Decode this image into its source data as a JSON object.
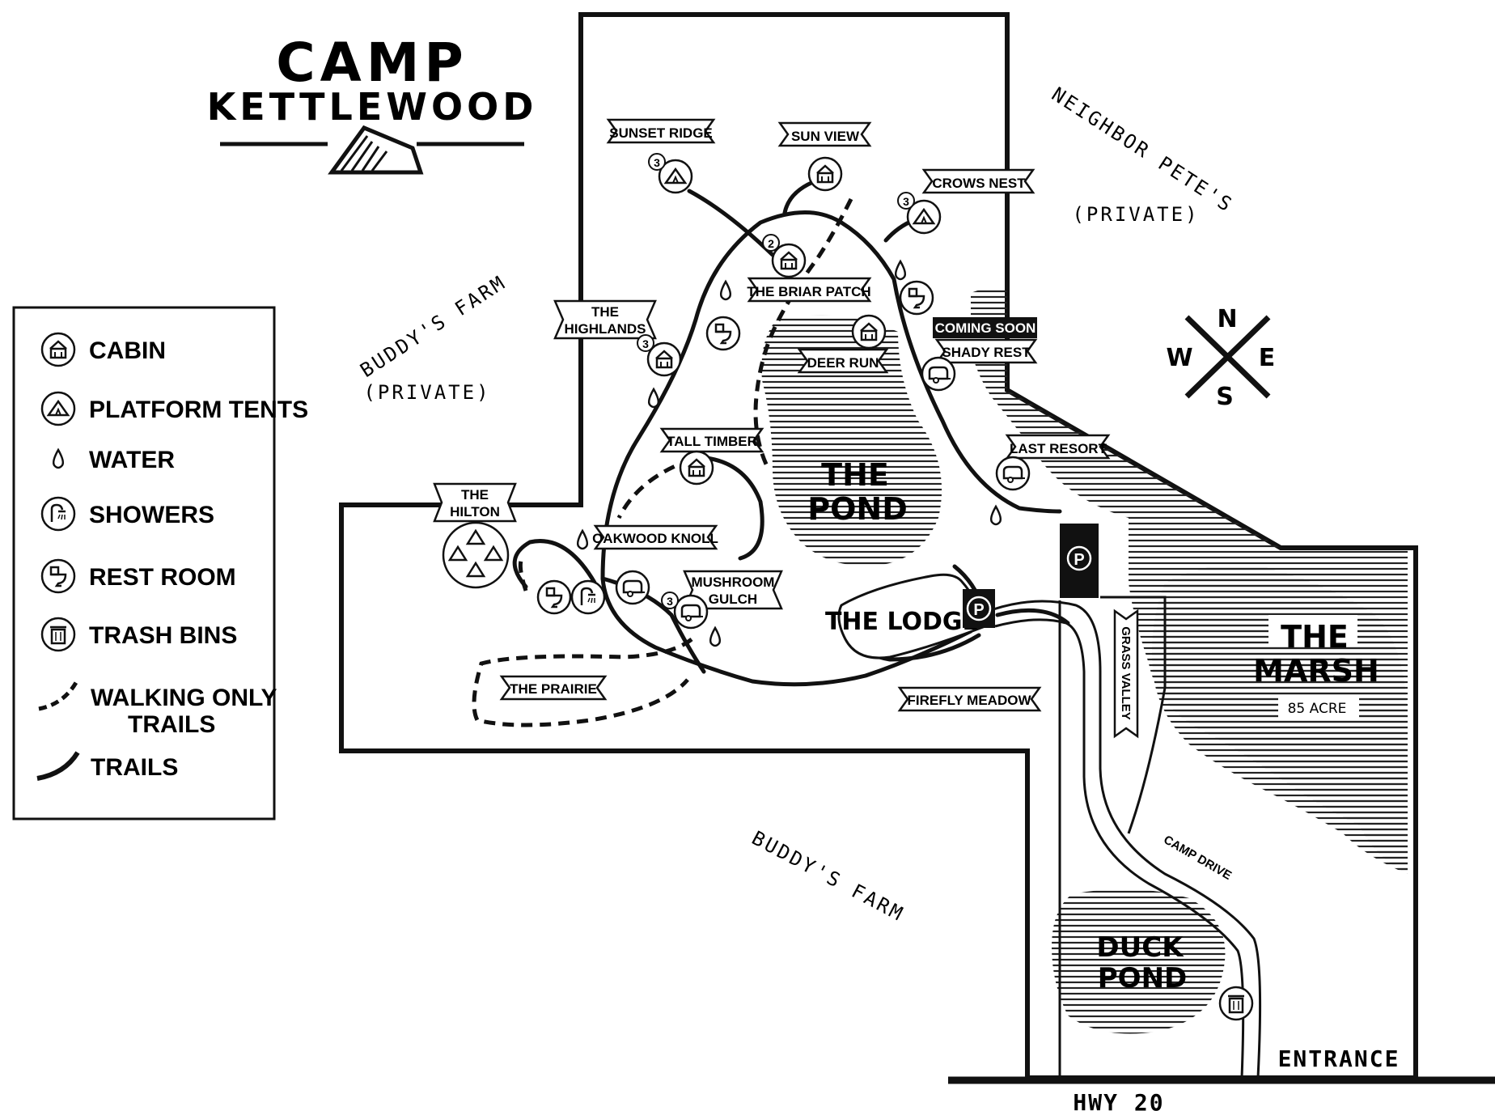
{
  "title": {
    "line1": "CAMP",
    "line2": "KETTLEWOOD"
  },
  "legend": {
    "items": [
      {
        "icon": "cabin-icon",
        "label": "CABIN"
      },
      {
        "icon": "platform-tent-icon",
        "label": "PLATFORM TENTS"
      },
      {
        "icon": "water-drop-icon",
        "label": "WATER"
      },
      {
        "icon": "shower-icon",
        "label": "SHOWERS"
      },
      {
        "icon": "toilet-icon",
        "label": "REST ROOM"
      },
      {
        "icon": "trash-bin-icon",
        "label": "TRASH BINS"
      },
      {
        "icon": "dashed-trail-icon",
        "label_line1": "WALKING ONLY",
        "label_line2": "TRAILS"
      },
      {
        "icon": "solid-trail-icon",
        "label": "TRAILS"
      }
    ]
  },
  "compass": {
    "n": "N",
    "s": "S",
    "e": "E",
    "w": "W"
  },
  "neighbors": {
    "buddys_farm_north": "BUDDY'S FARM",
    "private_north": "(PRIVATE)",
    "neighbor_pete": "NEIGHBOR PETE'S",
    "private_east": "(PRIVATE)",
    "buddys_farm_south": "BUDDY'S FARM"
  },
  "areas": {
    "pond_1": "THE",
    "pond_2": "POND",
    "marsh_1": "THE",
    "marsh_2": "MARSH",
    "marsh_sub": "85 ACRE",
    "duck_1": "DUCK",
    "duck_2": "POND",
    "lodge": "THE LODGE"
  },
  "sites": {
    "sunset_ridge": "SUNSET RIDGE",
    "sun_view": "SUN VIEW",
    "crows_nest": "CROWS NEST",
    "briar_patch": "THE BRIAR PATCH",
    "highlands_1": "THE",
    "highlands_2": "HIGHLANDS",
    "deer_run": "DEER RUN",
    "coming_soon": "COMING SOON",
    "shady_rest": "SHADY REST",
    "tall_timber": "TALL TIMBER",
    "last_resort": "LAST RESORT",
    "hilton_1": "THE",
    "hilton_2": "HILTON",
    "oakwood_knoll": "OAKWOOD KNOLL",
    "mushroom_1": "MUSHROOM",
    "mushroom_2": "GULCH",
    "prairie": "THE PRAIRIE",
    "firefly_meadow": "FIREFLY MEADOW",
    "grass_valley": "GRASS VALLEY",
    "camp_drive": "CAMP DRIVE"
  },
  "counts": {
    "sunset_ridge": "3",
    "crows_nest": "3",
    "briar_patch": "2",
    "highlands": "3",
    "mushroom_gulch": "3"
  },
  "parking": {
    "p1": "P",
    "p2": "P"
  },
  "road": {
    "entrance": "ENTRANCE",
    "highway": "HWY 20"
  }
}
